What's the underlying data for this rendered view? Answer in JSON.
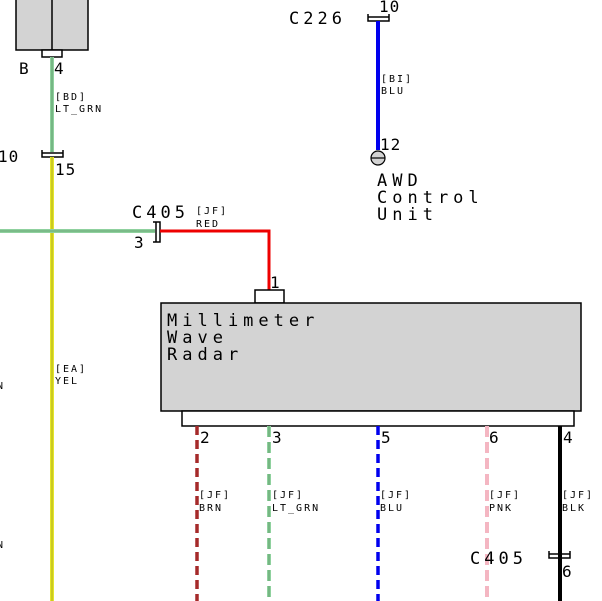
{
  "connectors": {
    "c226": "C226",
    "c405_top": "C405",
    "c405_bottom": "C405",
    "ten": "10"
  },
  "pins": {
    "c226_top": "10",
    "awd_pin": "12",
    "b_label": "B",
    "pin4_top": "4",
    "pin15": "15",
    "pin3_c405": "3",
    "radar_pin1": "1",
    "radar_pin2": "2",
    "radar_pin3": "3",
    "radar_pin5": "5",
    "radar_pin6": "6",
    "radar_pin4": "4",
    "c405_bottom_pin": "6"
  },
  "wires": {
    "bd_code": "[BD]",
    "bd_color": "LT_GRN",
    "bi_code": "[BI]",
    "bi_color": "BLU",
    "jf_red_code": "[JF]",
    "jf_red_color": "RED",
    "ea_code": "[EA]",
    "ea_color": "YEL",
    "jf_brn_code": "[JF]",
    "jf_brn_color": "BRN",
    "jf_ltgrn_code": "[JF]",
    "jf_ltgrn_color": "LT_GRN",
    "jf_blu_code": "[JF]",
    "jf_blu_color": "BLU",
    "jf_pnk_code": "[JF]",
    "jf_pnk_color": "PNK",
    "jf_blk_code": "[JF]",
    "jf_blk_color": "BLK"
  },
  "components": {
    "awd_line1": "AWD",
    "awd_line2": "Control",
    "awd_line3": "Unit",
    "radar_line1": "Millimeter",
    "radar_line2": "Wave",
    "radar_line3": "Radar"
  },
  "edge_fragments": {
    "n1": "N",
    "n2": "N"
  },
  "colors": {
    "lt_grn": "#8fd19e",
    "yellow": "#e6e62a",
    "blue": "#0000ee",
    "red": "#ee0000",
    "brown": "#a52a2a",
    "pink": "#f4b6c2",
    "black": "#000000",
    "box_fill": "#d3d3d3"
  }
}
